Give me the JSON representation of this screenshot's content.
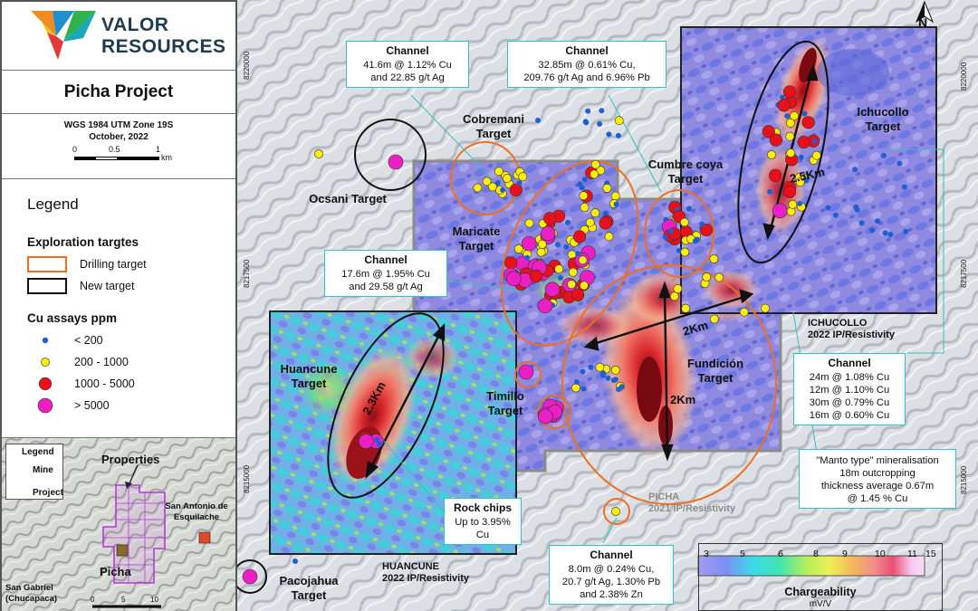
{
  "company": {
    "name_line1": "VALOR",
    "name_line2": "RESOURCES"
  },
  "project_title": "Picha Project",
  "map_info": {
    "projection": "WGS 1984 UTM Zone 19S",
    "date": "October, 2022",
    "scale_labels": [
      "0",
      "0.5",
      "1"
    ],
    "scale_unit": "km"
  },
  "north_label": "N",
  "legend": {
    "title": "Legend",
    "targets_heading": "Exploration targtes",
    "drilling_target": "Drilling target",
    "new_target": "New target",
    "cu_heading": "Cu assays ppm",
    "cu_classes": [
      {
        "label": "< 200",
        "color": "#1f5fd6"
      },
      {
        "label": "200 - 1000",
        "color": "#ffee00"
      },
      {
        "label": "1000 - 5000",
        "color": "#e8101a"
      },
      {
        "label": "> 5000",
        "color": "#ea1fc5"
      }
    ],
    "drilling_color": "#ee6f22",
    "new_target_color": "#111111"
  },
  "inset": {
    "legend_title": "Legend",
    "mine": "Mine",
    "project": "Project",
    "properties": "Properties",
    "san_antonio": "San Antonio de Esquilache",
    "san_gabriel": "San Gabriel (Chucapaca)",
    "picha": "Picha",
    "scale_labels": [
      "0",
      "5",
      "10"
    ]
  },
  "coordinates": {
    "northing": [
      "8220000",
      "8217500",
      "8215000"
    ]
  },
  "callouts": {
    "c1": {
      "title": "Channel",
      "lines": [
        "41.6m @ 1.12% Cu",
        "and 22.85 g/t Ag"
      ]
    },
    "c2": {
      "title": "Channel",
      "lines": [
        "32.85m @ 0.61% Cu,",
        "209.76 g/t Ag and 6.96% Pb"
      ]
    },
    "c3": {
      "title": "Channel",
      "lines": [
        "17.6m @ 1.95% Cu",
        "and 29.58 g/t Ag"
      ]
    },
    "c4": {
      "title": "Channel",
      "lines": [
        "24m @ 1.08% Cu",
        "12m @ 1.10% Cu",
        "30m @ 0.79% Cu",
        "16m @ 0.60% Cu"
      ]
    },
    "c5": {
      "title": "",
      "lines": [
        "\"Manto type\" mineralisation",
        "18m outcropping",
        "thickness average 0.67m",
        "@ 1.45 % Cu"
      ]
    },
    "c6": {
      "title": "Rock chips",
      "lines": [
        "Up to 3.95% Cu"
      ]
    },
    "c7": {
      "title": "Channel",
      "lines": [
        "8.0m @ 0.24% Cu,",
        "20.7 g/t Ag, 1.30% Pb",
        "and 2.38% Zn"
      ]
    }
  },
  "targets": {
    "ocsani": "Ocsani Target",
    "cobremani": "Cobremani Target",
    "maricate": "Maricate Target",
    "cumbre": "Cumbre coya Target",
    "ichucollo": "Ichucollo Target",
    "huancune": "Huancune Target",
    "timillo": "Timillo Target",
    "fundicion": "Fundición Target",
    "pacojahua": "Pacojahua Target"
  },
  "distances": {
    "d1": "2.5Km",
    "d2": "2Km",
    "d3": "2Km",
    "d4": "2.3Km"
  },
  "surveys": {
    "ichucollo": [
      "ICHUCOLLO",
      "2022 IP/Resistivity"
    ],
    "picha": [
      "PICHA",
      "2021 IP/Resistivity"
    ],
    "huancune": [
      "HUANCUNE",
      "2022 IP/Resistivity"
    ]
  },
  "colorbar": {
    "title": "Chargeability",
    "unit": "mV/V",
    "ticks": [
      "3",
      "5",
      "6",
      "8",
      "9",
      "10",
      "11",
      "15"
    ],
    "colors": [
      "#a29cf2",
      "#7e8ef2",
      "#3dd9e8",
      "#3ee6b0",
      "#b6ef5a",
      "#ecef55",
      "#f5b85a",
      "#f08c8c",
      "#eb4f73",
      "#f6c7ef",
      "#fadcf5"
    ]
  }
}
